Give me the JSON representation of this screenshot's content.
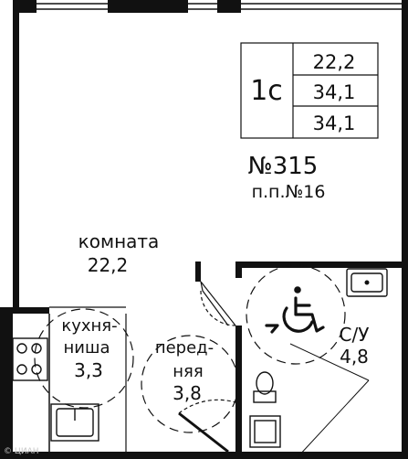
{
  "apartment": {
    "type": "1с",
    "areas": [
      "22,2",
      "34,1",
      "34,1"
    ],
    "number": "№315",
    "pp_number": "п.п.№16"
  },
  "rooms": {
    "living": {
      "name": "комната",
      "area": "22,2"
    },
    "kitchen": {
      "name_line1": "кухня-",
      "name_line2": "ниша",
      "area": "3,3"
    },
    "hall": {
      "name_line1": "перед-",
      "name_line2": "няя",
      "area": "3,8"
    },
    "bathroom": {
      "name": "С/У",
      "area": "4,8"
    }
  },
  "watermark": "© ЦИАН"
}
